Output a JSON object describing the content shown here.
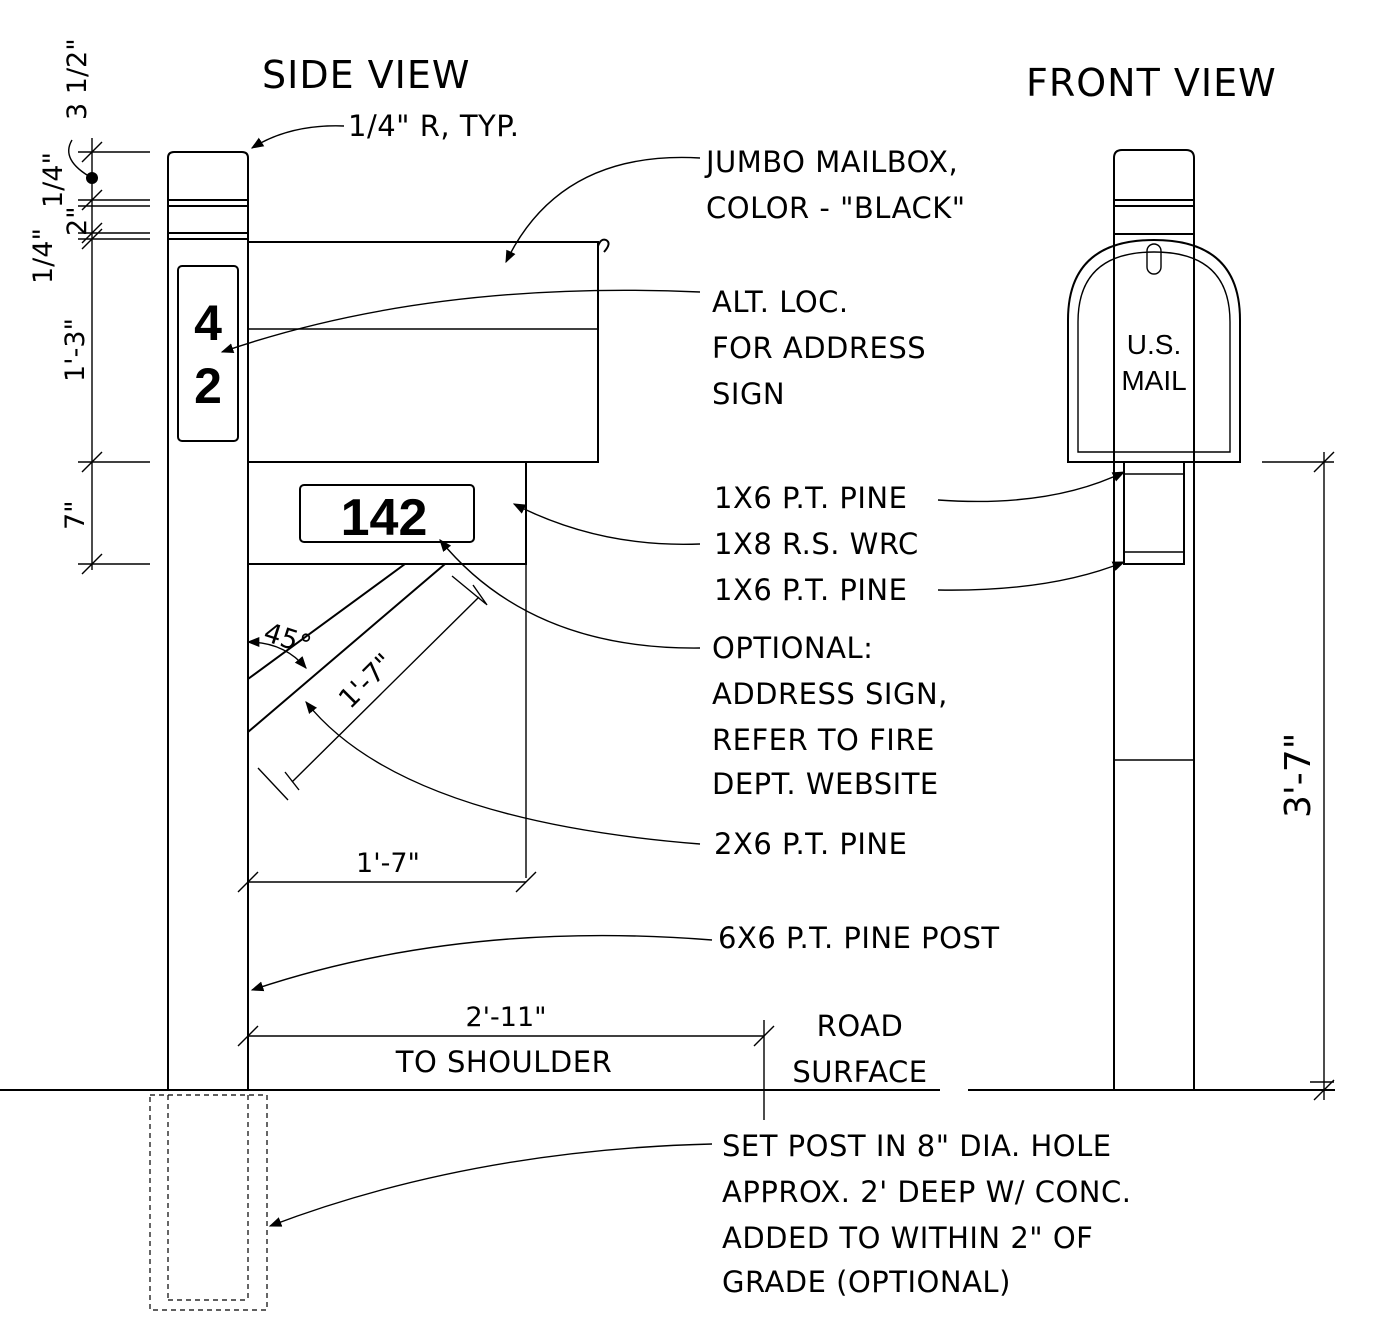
{
  "views": {
    "side": "SIDE VIEW",
    "front": "FRONT VIEW"
  },
  "notes": {
    "radius": "1/4\" R, TYP.",
    "mailbox_1": "JUMBO MAILBOX,",
    "mailbox_2": "COLOR - \"BLACK\"",
    "alt_1": "ALT. LOC.",
    "alt_2": "FOR ADDRESS",
    "alt_3": "SIGN",
    "pine_top": "1X6 P.T. PINE",
    "wrc": "1X8 R.S. WRC",
    "pine_bottom": "1X6 P.T. PINE",
    "optional_1": "OPTIONAL:",
    "optional_2": "ADDRESS SIGN,",
    "optional_3": "REFER TO FIRE",
    "optional_4": "DEPT. WEBSITE",
    "brace": "2X6 P.T. PINE",
    "post": "6X6 P.T. PINE POST",
    "road_1": "ROAD",
    "road_2": "SURFACE",
    "hole_1": "SET POST IN 8\" DIA. HOLE",
    "hole_2": "APPROX. 2' DEEP W/ CONC.",
    "hole_3": "ADDED TO WITHIN 2\" OF",
    "hole_4": "GRADE (OPTIONAL)"
  },
  "dimensions": {
    "cap": "3 1/2\"",
    "gap_a": "1/4\"",
    "band": "2\"",
    "gap_b": "1/4\"",
    "upper": "1'-3\"",
    "lower": "7\"",
    "angle": "45°",
    "brace_length": "1'-7\"",
    "arm_length": "1'-7\"",
    "offset": "2'-11\"",
    "offset_label": "TO SHOULDER",
    "height": "3'-7\""
  },
  "signs": {
    "post_digit_1": "4",
    "post_digit_2": "2",
    "plate_number": "142",
    "mailbox_line_1": "U.S.",
    "mailbox_line_2": "MAIL"
  }
}
